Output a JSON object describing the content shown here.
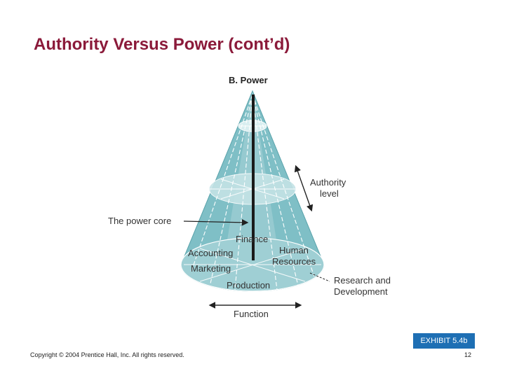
{
  "slide": {
    "title": "Authority Versus Power (cont’d)",
    "copyright": "Copyright © 2004 Prentice Hall, Inc. All rights reserved.",
    "page_number": "12",
    "exhibit_label": "EXHIBIT 5.4b"
  },
  "diagram": {
    "heading": "B.  Power",
    "authority_label_line1": "Authority",
    "authority_label_line2": "level",
    "power_core_label": "The power core",
    "function_label": "Function",
    "research_line1": "Research and",
    "research_line2": "Development",
    "functions": {
      "finance": "Finance",
      "accounting": "Accounting",
      "human_resources_line1": "Human",
      "human_resources_line2": "Resources",
      "marketing": "Marketing",
      "production": "Production"
    },
    "colors": {
      "cone_fill": "#7fbfc6",
      "cone_light": "#bfe0e3",
      "cone_edge": "#5aa3ab",
      "core_line": "#1a1a1a",
      "title": "#8b1a3a",
      "exhibit_bg": "#1e6fb4"
    }
  }
}
